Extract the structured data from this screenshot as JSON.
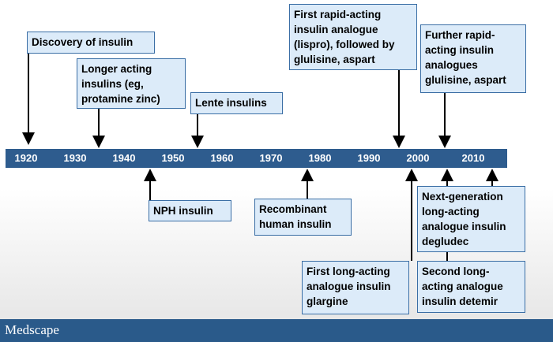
{
  "timeline": {
    "years": [
      "1920",
      "1930",
      "1940",
      "1950",
      "1960",
      "1970",
      "1980",
      "1990",
      "2000",
      "2010"
    ]
  },
  "events_above": [
    {
      "text": "Discovery of insulin"
    },
    {
      "text": "Longer acting insulins (eg, protamine zinc)"
    },
    {
      "text": "Lente insulins"
    },
    {
      "text": "First rapid-acting insulin analogue (lispro), followed by glulisine, aspart"
    },
    {
      "text": "Further rapid-acting insulin analogues glulisine, aspart"
    }
  ],
  "events_below": [
    {
      "text": "NPH insulin"
    },
    {
      "text": "Recombinant human insulin"
    },
    {
      "text": "First long-acting analogue insulin glargine"
    },
    {
      "text": "Next-generation long-acting analogue insulin degludec"
    },
    {
      "text": "Second long-acting analogue insulin detemir"
    }
  ],
  "footer": {
    "brand": "Medscape"
  },
  "colors": {
    "axis": "#2e5c8e",
    "box_fill": "#dcebf9",
    "box_border": "#3a6ea5",
    "footer": "#2a5a8a"
  }
}
